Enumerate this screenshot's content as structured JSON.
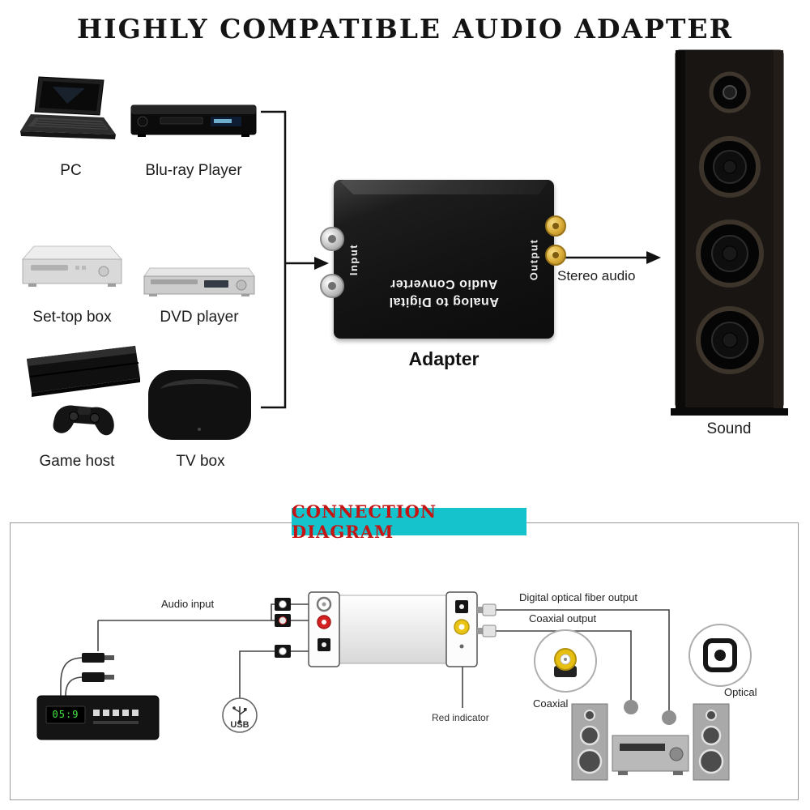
{
  "title": "HIGHLY COMPATIBLE AUDIO ADAPTER",
  "devices": {
    "pc": {
      "label": "PC"
    },
    "bluray": {
      "label": "Blu-ray Player"
    },
    "settop": {
      "label": "Set-top box"
    },
    "dvd": {
      "label": "DVD player"
    },
    "game": {
      "label": "Game host"
    },
    "tvbox": {
      "label": "TV box"
    }
  },
  "adapter": {
    "label": "Adapter",
    "input_label": "Input",
    "output_label": "Output",
    "body_line1": "Analog to Digital",
    "body_line2": "Audio Converter"
  },
  "output_device": {
    "label": "Sound",
    "arrow_label": "Stereo audio"
  },
  "connection_diagram": {
    "header": "CONNECTION DIAGRAM",
    "labels": {
      "audio_input": "Audio input",
      "usb": "USB",
      "red_indicator": "Red indicator",
      "digital_optical_output": "Digital optical fiber output",
      "coaxial_output": "Coaxial output",
      "coaxial": "Coaxial",
      "optical": "Optical"
    },
    "stb_display": "05:9"
  },
  "colors": {
    "header_bg": "#14c3cc",
    "header_text": "#c41414",
    "rca_red": "#d42222",
    "rca_yellow": "#e9c414",
    "gold_connector": "#d9ab36"
  }
}
